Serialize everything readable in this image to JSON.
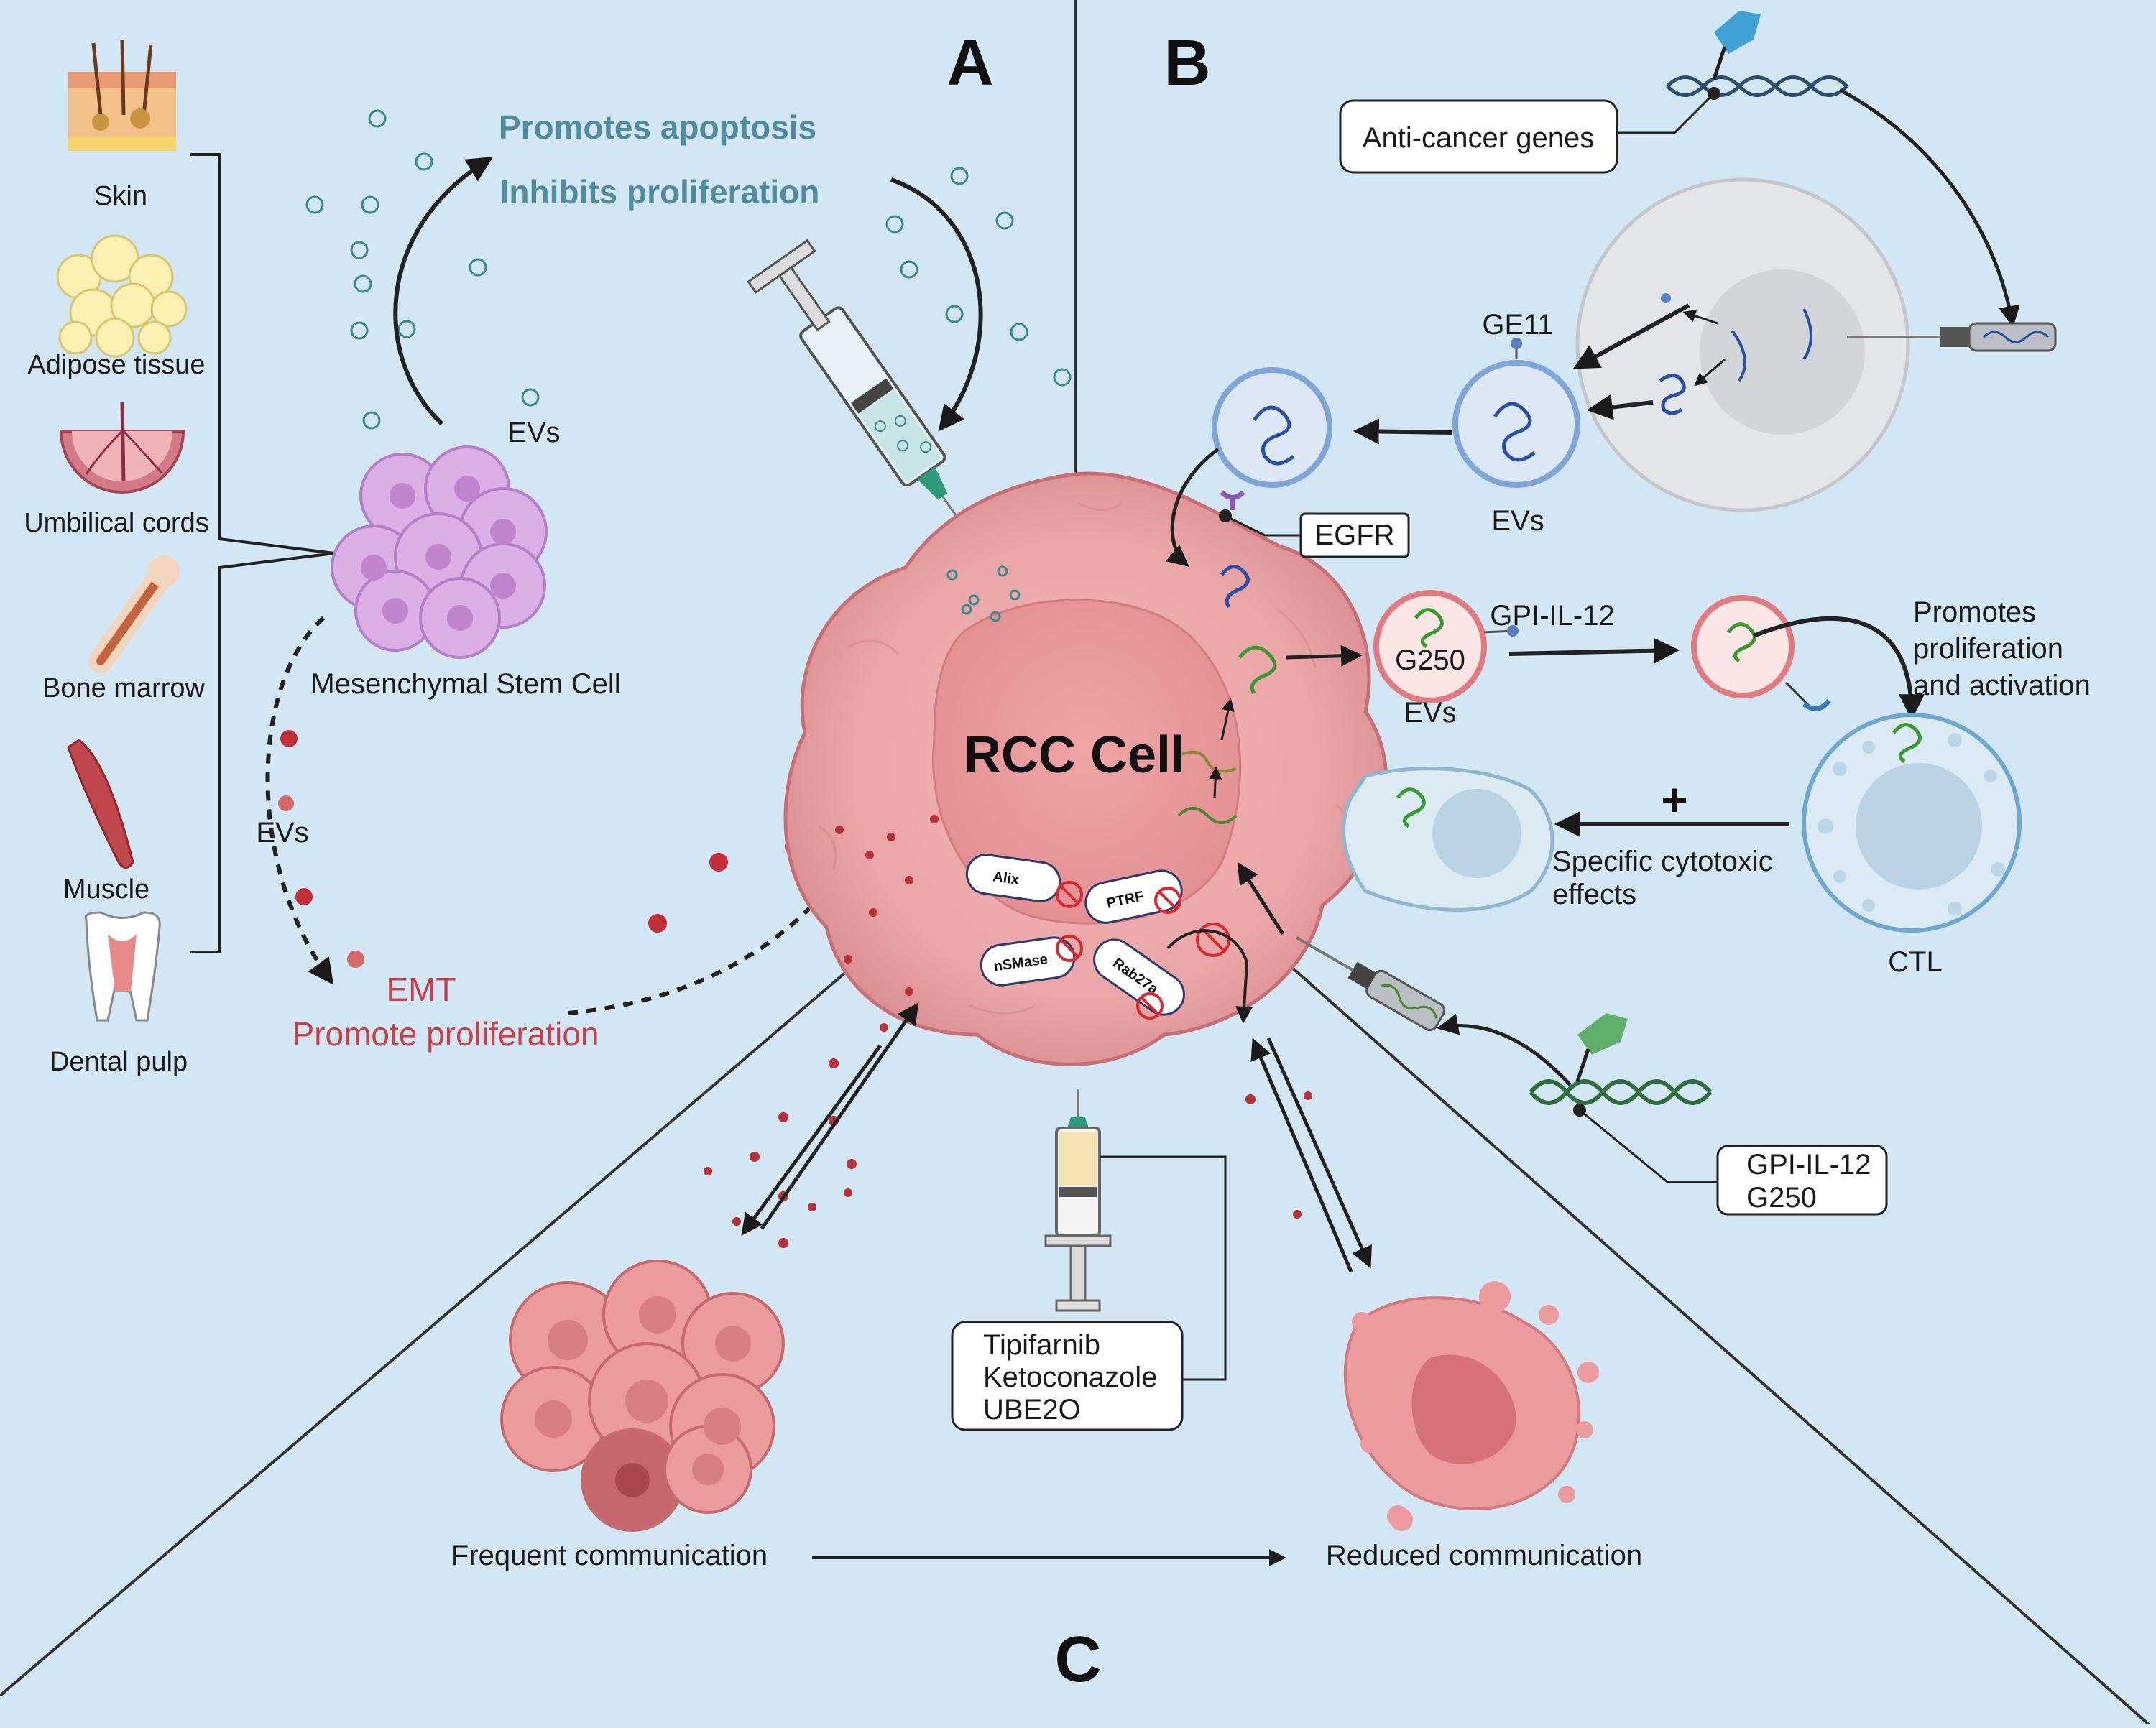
{
  "panels": {
    "a": "A",
    "b": "B",
    "c": "C"
  },
  "center": {
    "label": "RCC Cell"
  },
  "panel_a": {
    "sources": [
      "Skin",
      "Adipose tissue",
      "Umbilical cords",
      "Bone marrow",
      "Muscle",
      "Dental pulp"
    ],
    "msc_label": "Mesenchymal Stem Cell",
    "evs_top": "EVs",
    "evs_bottom": "EVs",
    "effect_apoptosis": "Promotes apoptosis",
    "effect_proliferation_inhibit": "Inhibits proliferation",
    "emt": "EMT",
    "promote_proliferation": "Promote proliferation"
  },
  "panel_b": {
    "anticancer_genes": "Anti-cancer genes",
    "ge11": "GE11",
    "evs_1": "EVs",
    "egfr": "EGFR",
    "gpi_il12": "GPI-IL-12",
    "g250": "G250",
    "evs_2": "EVs",
    "promotes_line1": "Promotes",
    "promotes_line2": "proliferation",
    "promotes_line3": "and activation",
    "plus": "+",
    "cytotoxic_line1": "Specific cytotoxic",
    "cytotoxic_line2": "effects",
    "ctl": "CTL",
    "gene_box_line1": "GPI-IL-12",
    "gene_box_line2": "G250"
  },
  "panel_c": {
    "inhibitors": [
      "Alix",
      "PTRF",
      "nSMase",
      "Rab27a"
    ],
    "drug_line1": "Tipifarnib",
    "drug_line2": "Ketoconazole",
    "drug_line3": "UBE2O",
    "frequent": "Frequent communication",
    "reduced": "Reduced communication"
  },
  "colors": {
    "background": "#d3e6f3",
    "teal_text": "#4f8c9e",
    "red_text": "#c8404a",
    "tumor": "#eba5a8",
    "ev_blue": "#7fa6d6",
    "ev_red": "#e07b82"
  }
}
